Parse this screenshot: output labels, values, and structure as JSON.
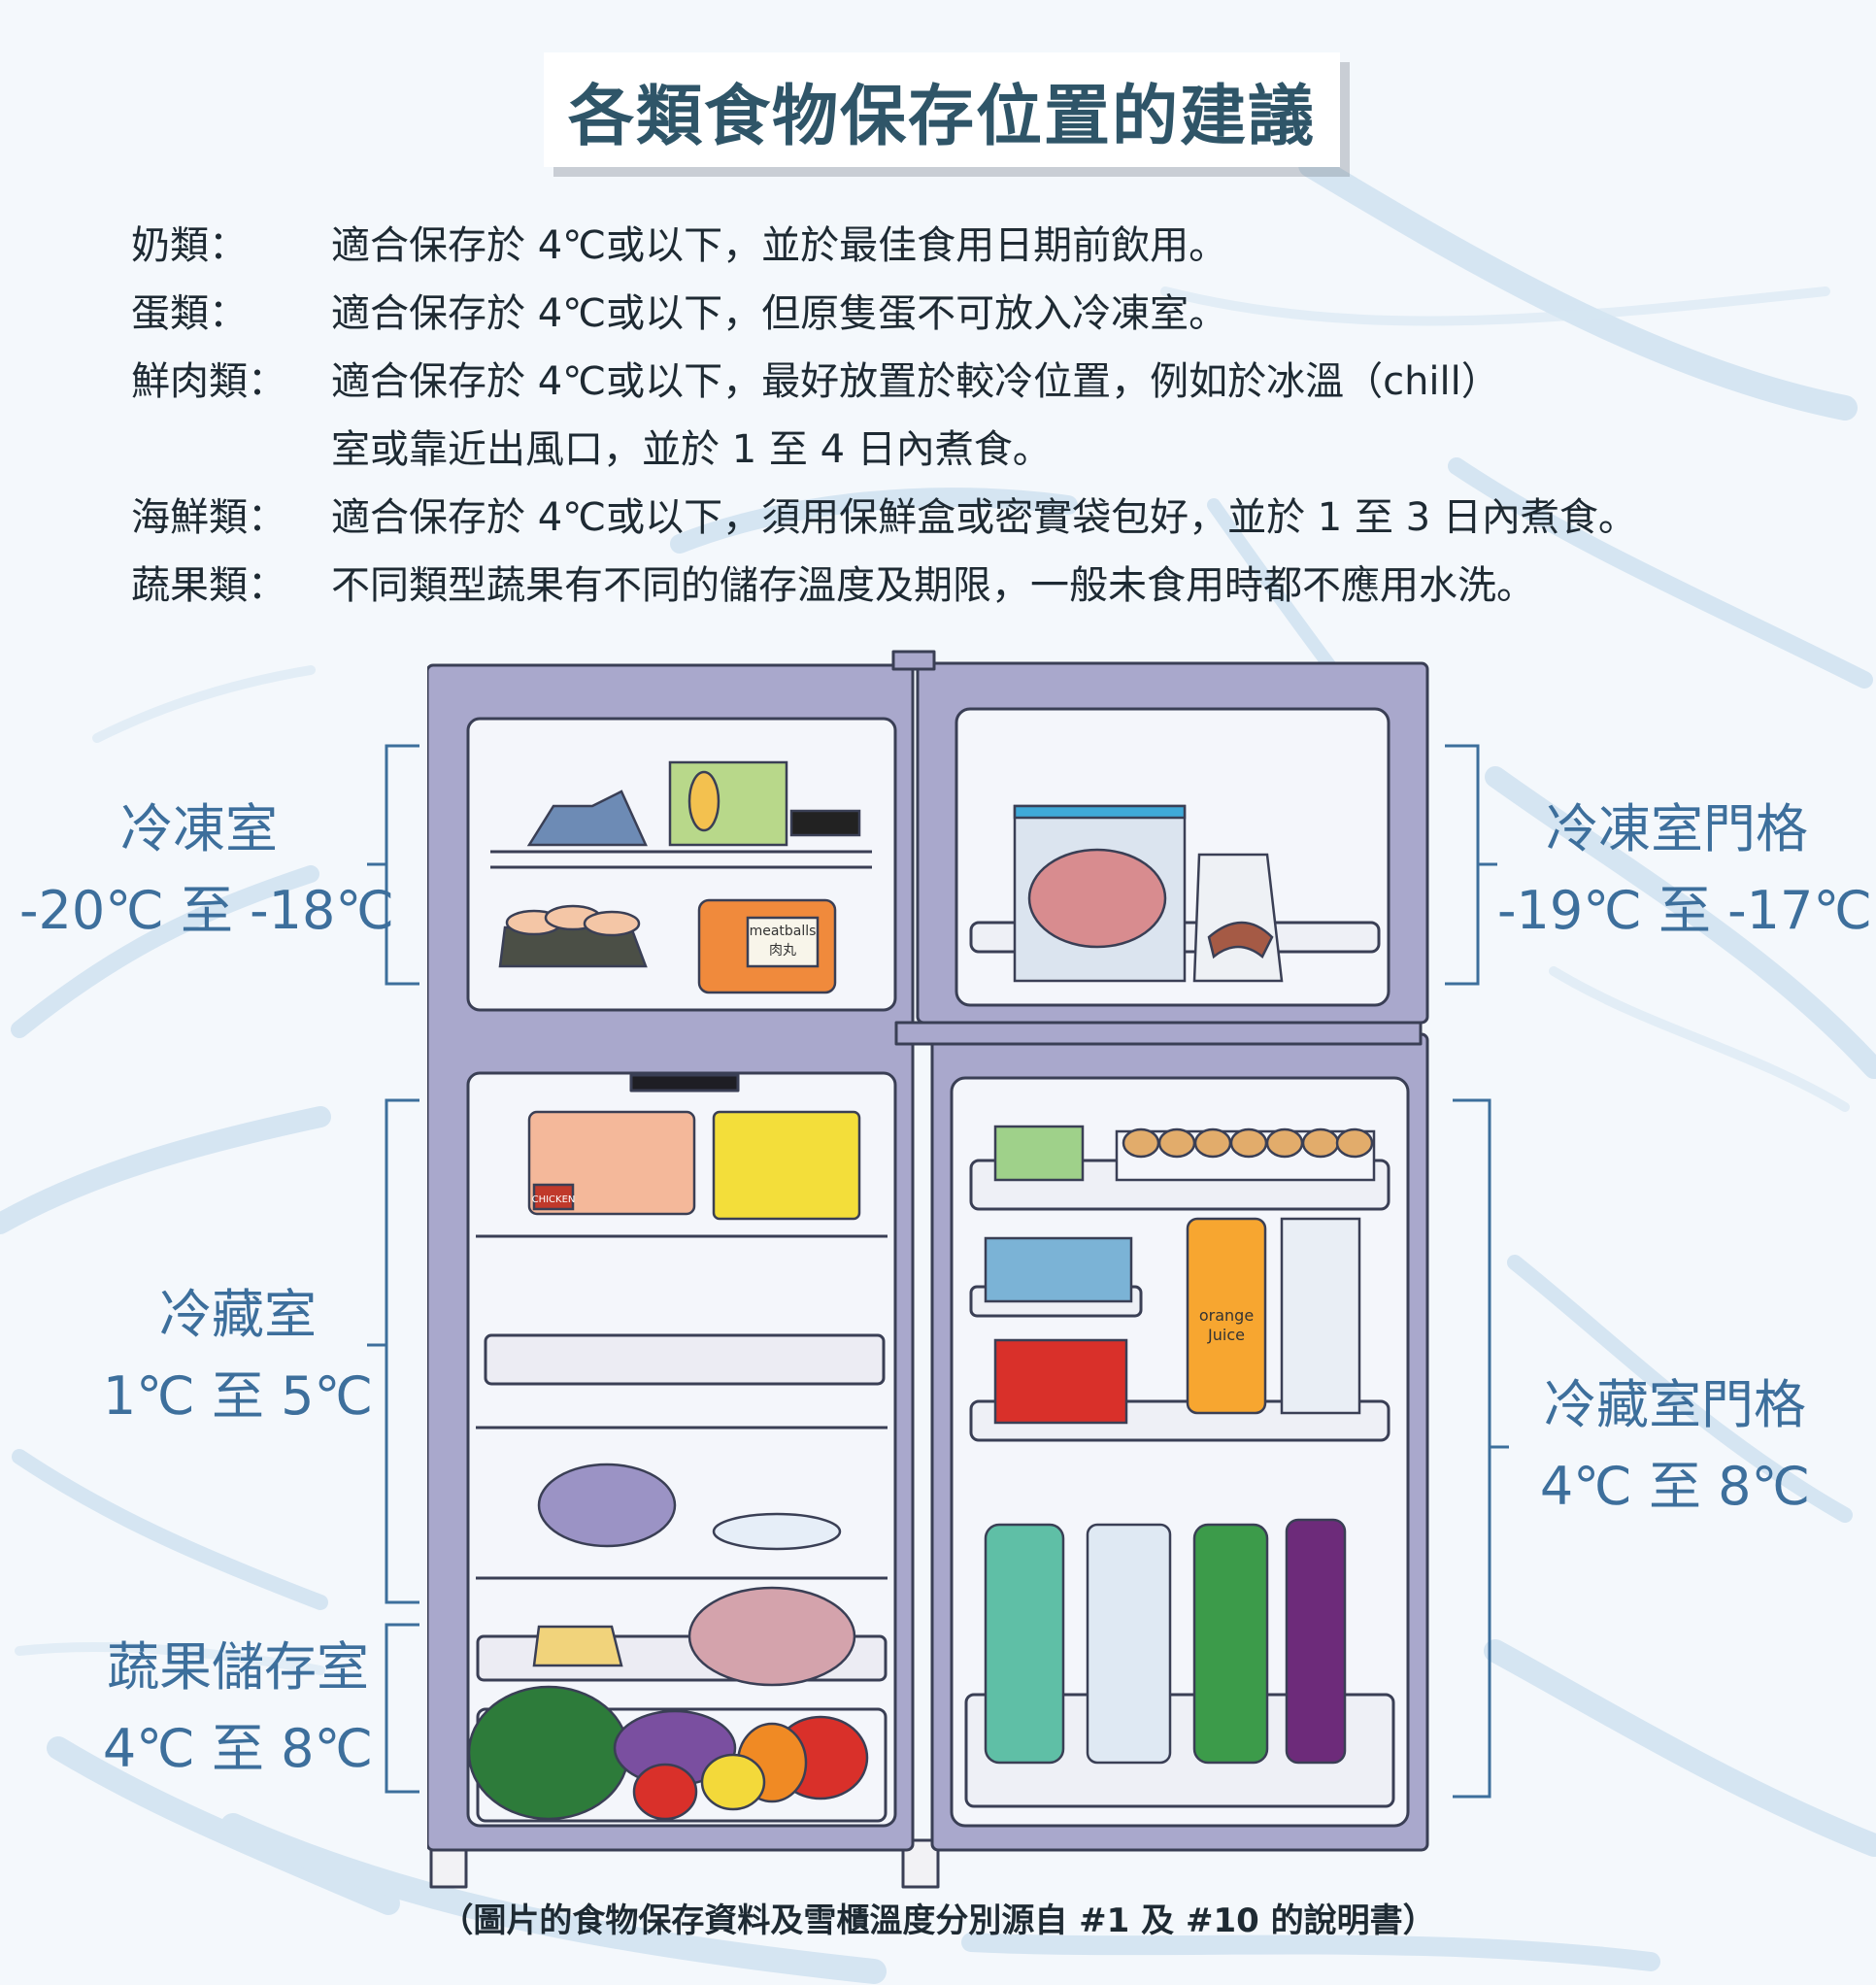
{
  "title": "各類食物保存位置的建議",
  "tips": [
    {
      "label": "奶類：",
      "lines": [
        "適合保存於 4℃或以下，並於最佳食用日期前飲用。"
      ]
    },
    {
      "label": "蛋類：",
      "lines": [
        "適合保存於 4℃或以下，但原隻蛋不可放入冷凍室。"
      ]
    },
    {
      "label": "鮮肉類：",
      "lines": [
        "適合保存於 4℃或以下，最好放置於較冷位置，例如於冰溫（chill）",
        "室或靠近出風口，並於 1 至 4 日內煮食。"
      ]
    },
    {
      "label": "海鮮類：",
      "lines": [
        "適合保存於 4℃或以下，須用保鮮盒或密實袋包好，並於 1 至 3 日內煮食。"
      ]
    },
    {
      "label": "蔬果類：",
      "lines": [
        "不同類型蔬果有不同的儲存溫度及期限，一般未食用時都不應用水洗。"
      ]
    }
  ],
  "zones": {
    "freezer": {
      "name": "冷凍室",
      "temp": "-20℃ 至 -18℃"
    },
    "freezer_door": {
      "name": "冷凍室門格",
      "temp": "-19℃ 至 -17℃"
    },
    "fridge": {
      "name": "冷藏室",
      "temp": "1℃ 至 5℃"
    },
    "fridge_door": {
      "name": "冷藏室門格",
      "temp": "4℃ 至 8℃"
    },
    "crisper": {
      "name": "蔬果儲存室",
      "temp": "4℃ 至 8℃"
    }
  },
  "fridge_labels": {
    "meatballs": "meatballs",
    "meatballs_cn": "肉丸",
    "chicken": "CHICKEN",
    "juice_1": "orange",
    "juice_2": "Juice"
  },
  "footnote": "（圖片的食物保存資料及雪櫃溫度分別源自 #1 及 #10 的說明書）",
  "colors": {
    "title": "#2f5568",
    "zone_label": "#3d6f9c",
    "fridge_body": "#a9a8cc",
    "fridge_interior": "#f4f6fb"
  }
}
